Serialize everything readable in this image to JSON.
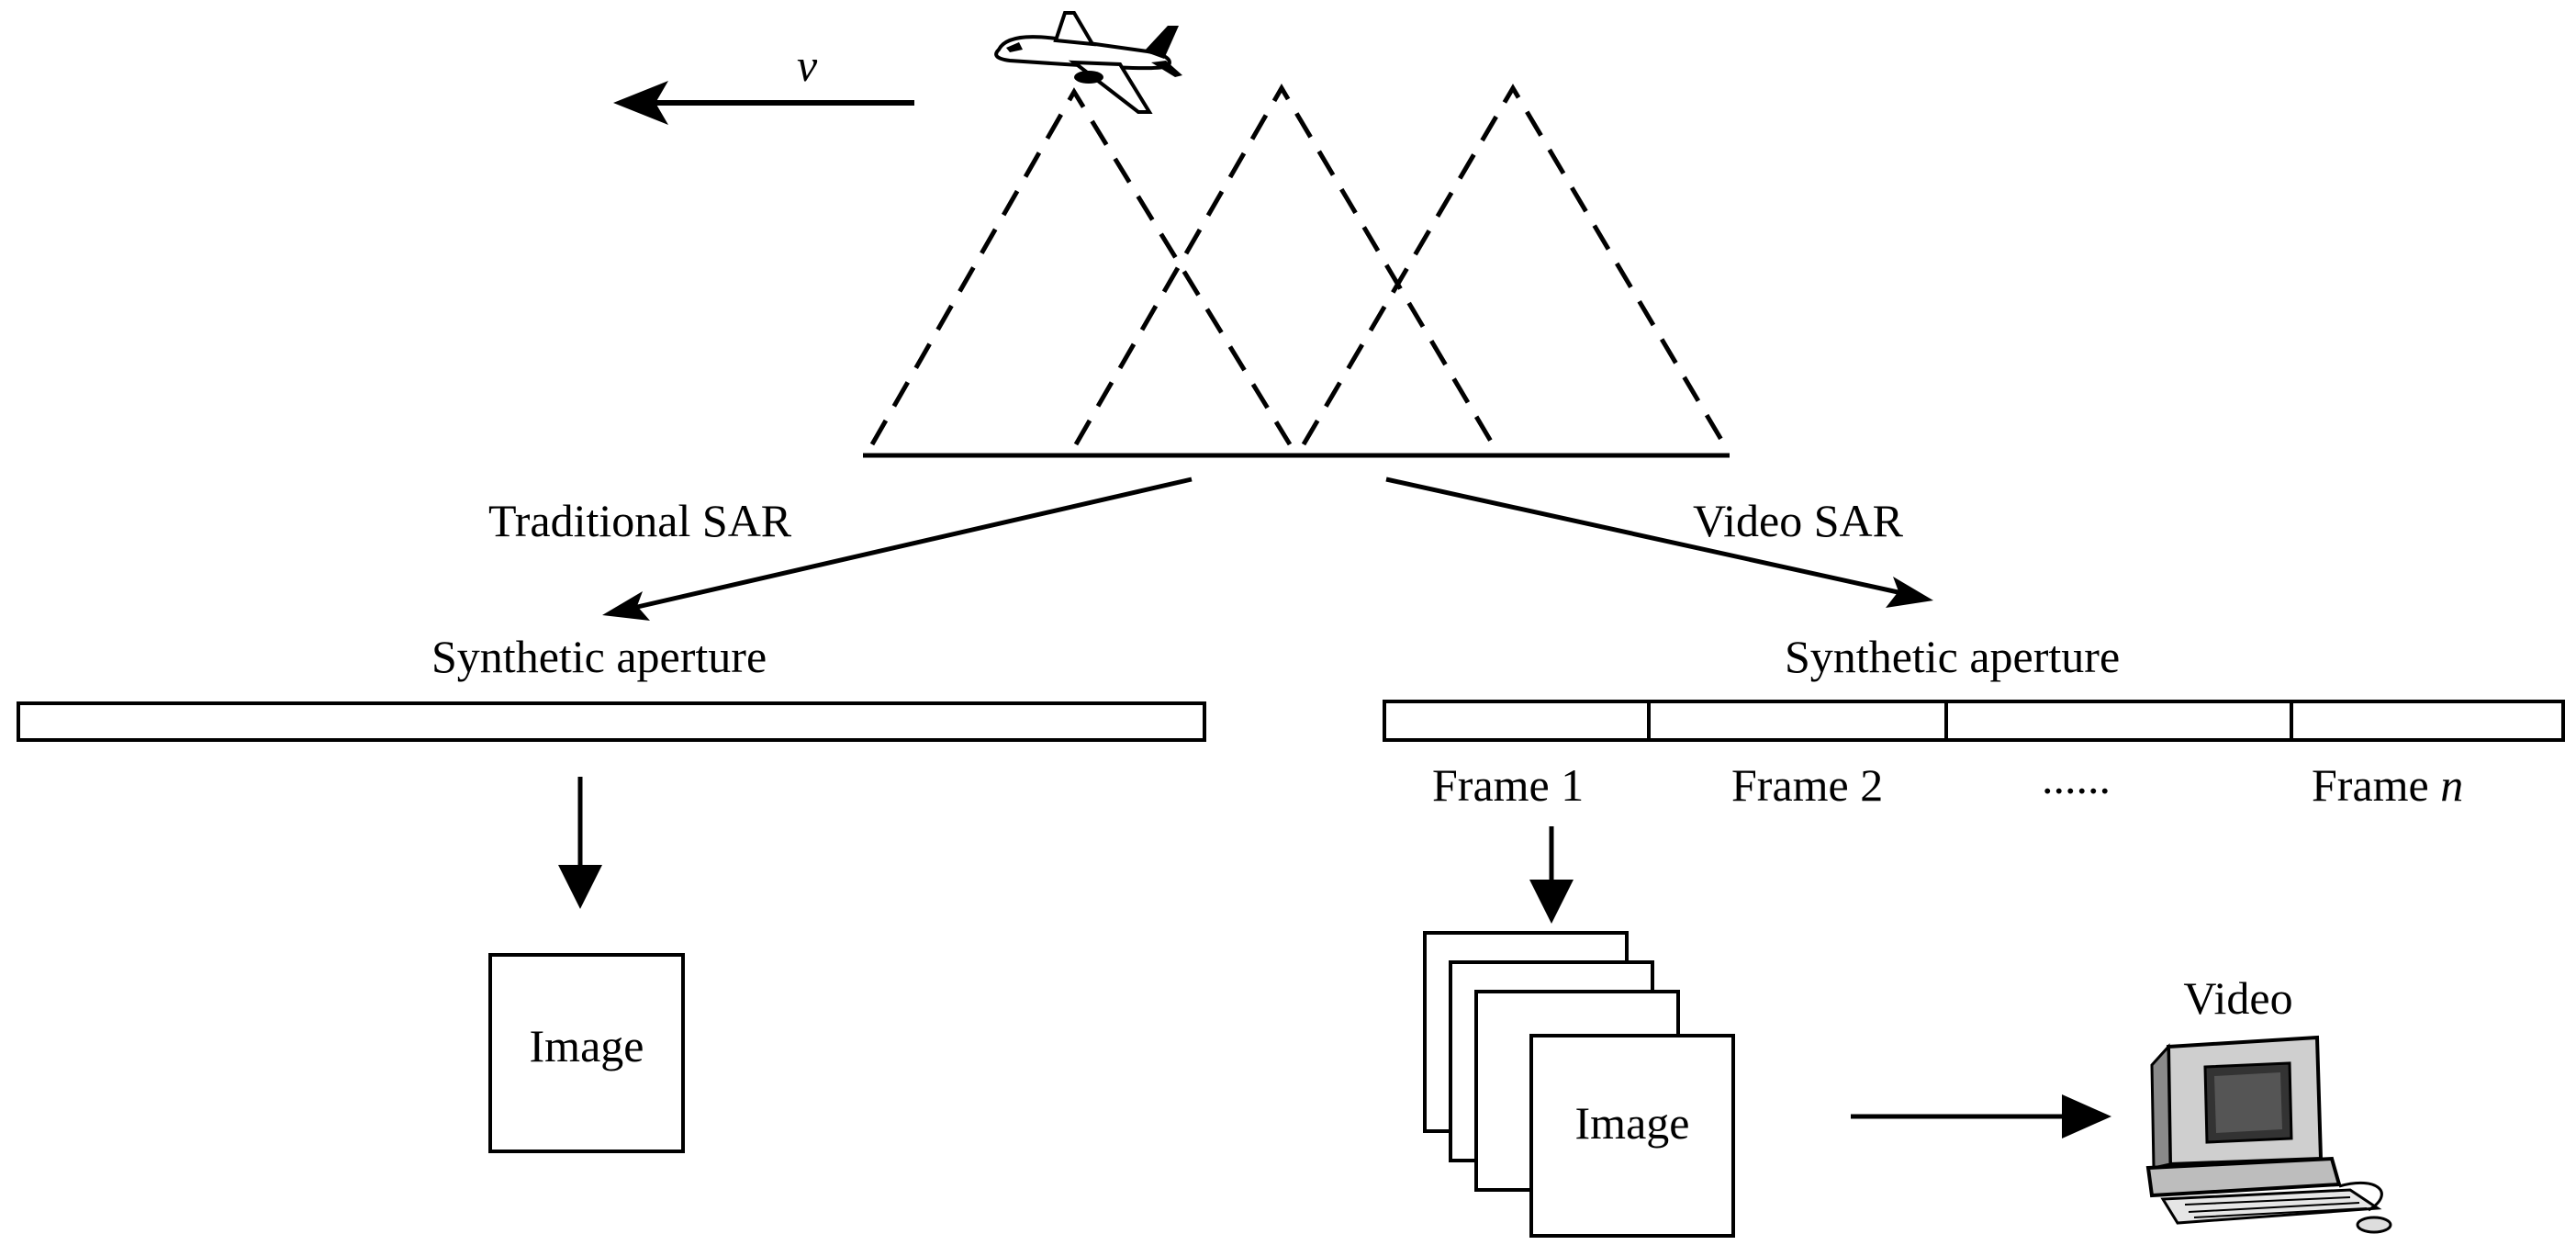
{
  "velocity_label": "v",
  "traditional": {
    "title": "Traditional SAR",
    "aperture_label": "Synthetic aperture",
    "image_label": "Image"
  },
  "video": {
    "title": "Video SAR",
    "aperture_label": "Synthetic aperture",
    "frames": [
      {
        "label": "Frame 1",
        "suffix": ""
      },
      {
        "label": "Frame 2",
        "suffix": ""
      },
      {
        "label": "......",
        "suffix": ""
      },
      {
        "label": "Frame ",
        "suffix": "n"
      }
    ],
    "image_label": "Image",
    "video_label": "Video"
  },
  "icons": {
    "airplane": "airplane-icon",
    "computer": "computer-icon"
  }
}
